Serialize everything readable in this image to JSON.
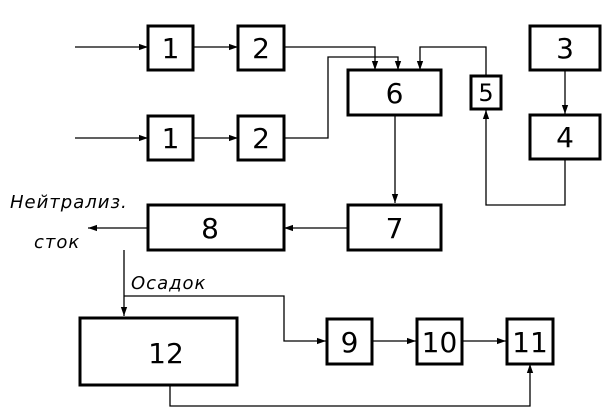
{
  "blocks": {
    "b1_top": "1",
    "b2_top": "2",
    "b1_bottom": "1",
    "b2_bottom": "2",
    "b3": "3",
    "b4": "4",
    "b5": "5",
    "b6": "6",
    "b7": "7",
    "b8": "8",
    "b9": "9",
    "b10": "10",
    "b11": "11",
    "b12": "12"
  },
  "labels": {
    "neutralized_line1": "Нейтрализ.",
    "neutralized_line2": "сток",
    "sediment": "Осадок"
  }
}
